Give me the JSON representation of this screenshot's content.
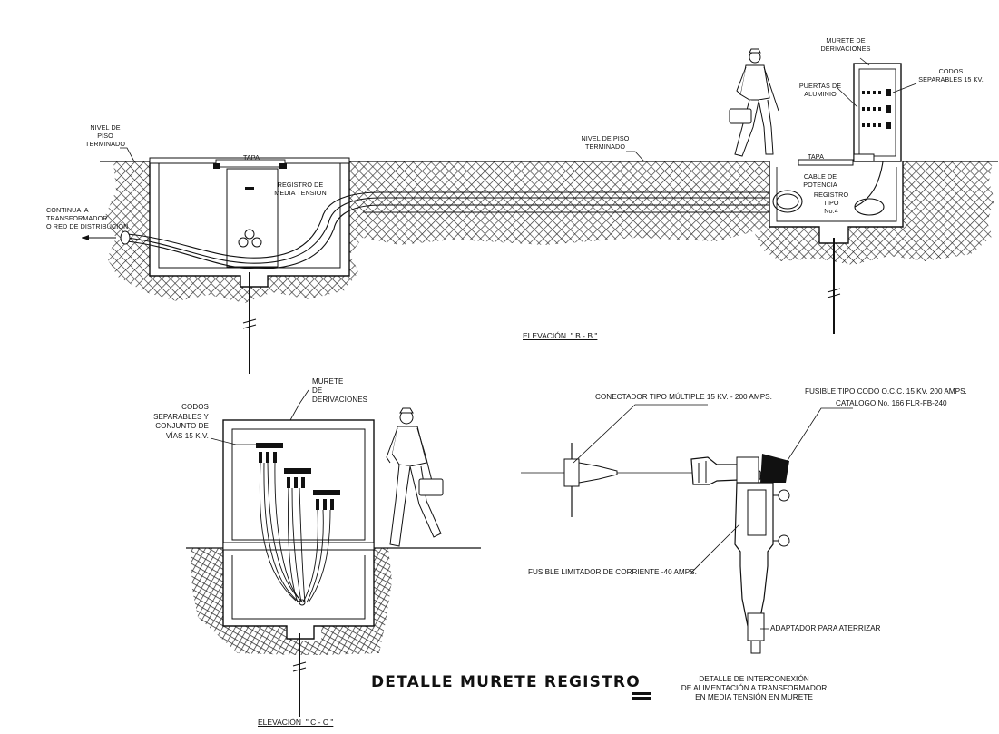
{
  "title": "DETALLE MURETE REGISTRO",
  "elevation_bb": {
    "caption": "ELEVACIÓN  \" B - B \"",
    "labels": {
      "nivel_piso_left": "NIVEL DE\nPISO\nTERMINADO",
      "tapa_left": "TAPA",
      "registro_media": "REGISTRO DE\nMEDIA TENSION",
      "continua": "CONTINUA  A\nTRANSFORMADOR\nO RED DE DISTRIBUCIÓN",
      "nivel_piso_right": "NIVEL DE PISO\nTERMINADO",
      "tapa_right": "TAPA",
      "cable_potencia": "CABLE DE\nPOTENCIA",
      "registro_tipo": "REGISTRO\nTIPO\nNo.4",
      "murete_derivaciones": "MURETE DE\nDERIVACIONES",
      "puertas": "PUERTAS DE\nALUMINIO",
      "codos": "CODOS\nSEPARABLES 15 KV."
    }
  },
  "elevation_cc": {
    "caption": "ELEVACIÓN  \" C - C \"",
    "labels": {
      "murete": "MURETE\nDE\nDERIVACIONES",
      "codos": "CODOS\nSEPARABLES Y\nCONJUNTO DE\nVÍAS 15 K.V."
    }
  },
  "interconnection": {
    "note": "DETALLE DE INTERCONEXIÓN\nDE ALIMENTACIÓN A TRANSFORMADOR\nEN MEDIA TENSIÓN EN MURETE",
    "labels": {
      "conectador": "CONECTADOR TIPO MÚLTIPLE 15 KV. - 200 AMPS.",
      "fusible_codo": "FUSIBLE TIPO CODO O.C.C. 15 KV. 200 AMPS.",
      "catalogo": "CATALOGO No. 166 FLR-FB-240",
      "fusible_limitador": "FUSIBLE LIMITADOR DE CORRIENTE -40 AMPS.",
      "adaptador": "ADAPTADOR PARA ATERRIZAR"
    }
  },
  "colors": {
    "ink": "#111111",
    "soil_pattern": "#333333",
    "background": "#ffffff"
  }
}
